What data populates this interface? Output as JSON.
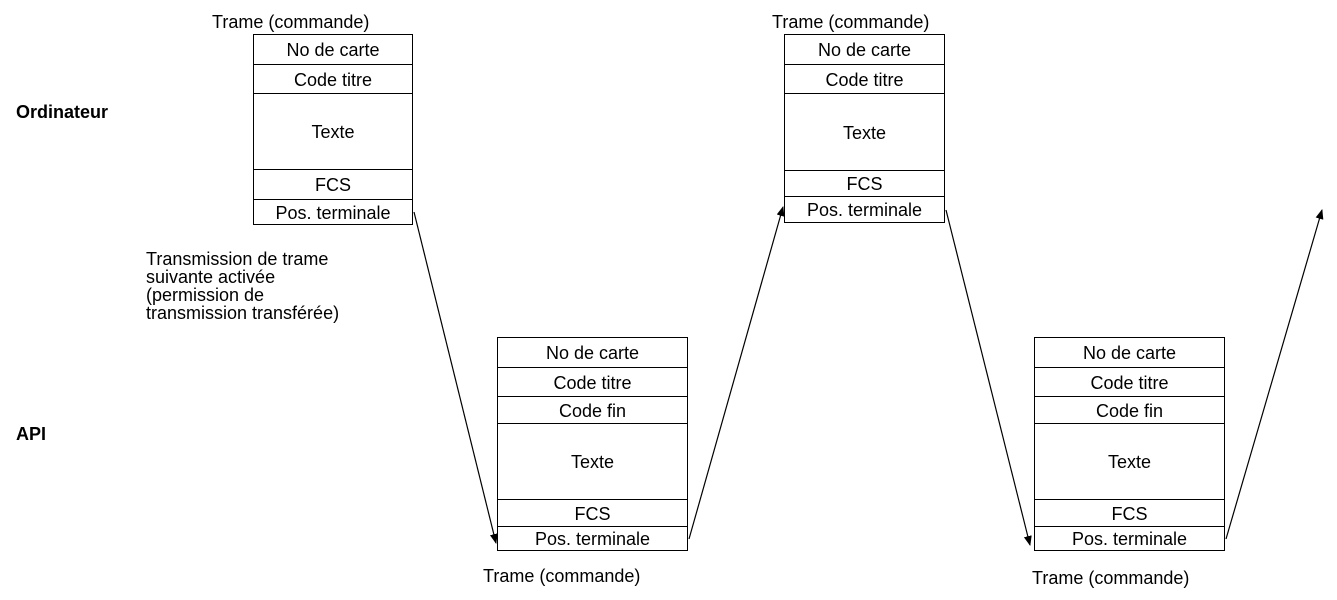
{
  "rows": {
    "computer": "Ordinateur",
    "plc": "API"
  },
  "note": "Transmission de trame\nsuivante activée\n(permission de\ntransmission transférée)",
  "frames": [
    {
      "caption": "Trame (commande)",
      "fields": [
        "No de carte",
        "Code titre",
        "Texte",
        "FCS",
        "Pos. terminale"
      ]
    },
    {
      "caption": "Trame (commande)",
      "fields": [
        "No de carte",
        "Code titre",
        "Code fin",
        "Texte",
        "FCS",
        "Pos. terminale"
      ]
    },
    {
      "caption": "Trame (commande)",
      "fields": [
        "No de carte",
        "Code titre",
        "Texte",
        "FCS",
        "Pos. terminale"
      ]
    },
    {
      "caption": "Trame (commande)",
      "fields": [
        "No de carte",
        "Code titre",
        "Code fin",
        "Texte",
        "FCS",
        "Pos. terminale"
      ]
    }
  ]
}
